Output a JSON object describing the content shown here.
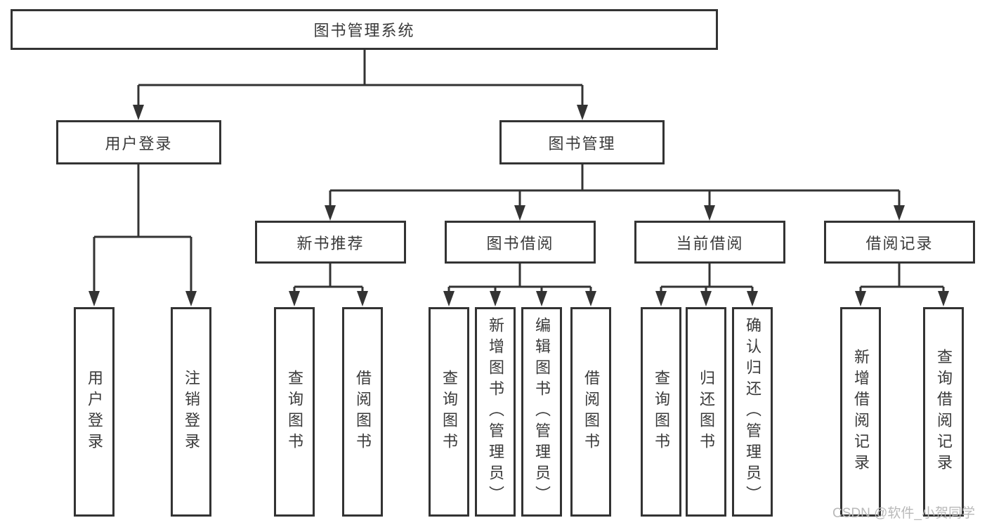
{
  "tree": {
    "root": {
      "label": "图书管理系统"
    },
    "branches": [
      {
        "label": "用户登录",
        "children": [
          {
            "label": "用户登录"
          },
          {
            "label": "注销登录"
          }
        ]
      },
      {
        "label": "图书管理",
        "children": [
          {
            "label": "新书推荐",
            "children": [
              {
                "label": "查询图书"
              },
              {
                "label": "借阅图书"
              }
            ]
          },
          {
            "label": "图书借阅",
            "children": [
              {
                "label": "查询图书"
              },
              {
                "label": "新增图书（管理员）"
              },
              {
                "label": "编辑图书（管理员）"
              },
              {
                "label": "借阅图书"
              }
            ]
          },
          {
            "label": "当前借阅",
            "children": [
              {
                "label": "查询图书"
              },
              {
                "label": "归还图书"
              },
              {
                "label": "确认归还（管理员）"
              }
            ]
          },
          {
            "label": "借阅记录",
            "children": [
              {
                "label": "新增借阅记录"
              },
              {
                "label": "查询借阅记录"
              }
            ]
          }
        ]
      }
    ]
  },
  "watermark": {
    "text": "CSDN @软件_小贺同学"
  },
  "colors": {
    "line": "#333333",
    "box_border": "#333333",
    "box_background": "#ffffff",
    "text": "#3a3a3a",
    "watermark": "#b9b9b9",
    "page_background": "#ffffff"
  }
}
